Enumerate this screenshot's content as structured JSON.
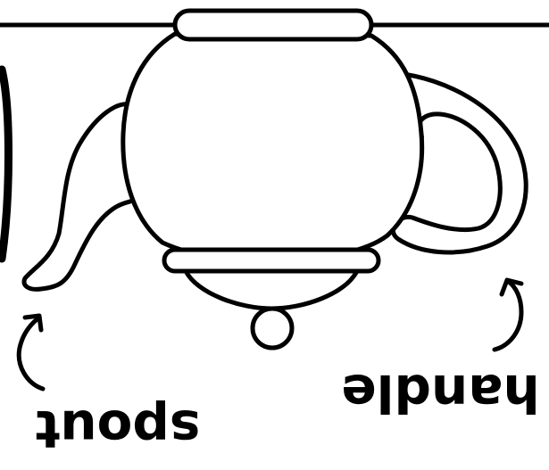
{
  "labels": {
    "spout": "spout",
    "handle": "handle"
  },
  "colors": {
    "ink": "#000000",
    "background": "#ffffff"
  },
  "orientation": "upside-down"
}
